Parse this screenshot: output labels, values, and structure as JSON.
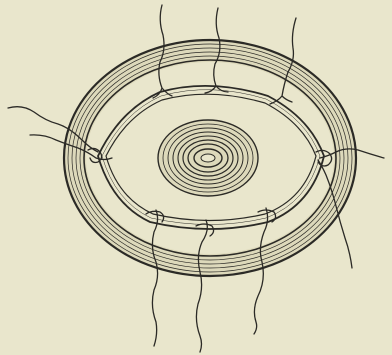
{
  "figure": {
    "colors": {
      "paper": "#e9e6cc",
      "ink": "#2b2a26",
      "band_fill": "#ddd9bb",
      "center_mass": "#7a7768"
    },
    "parts": [
      "outer-ring",
      "inner-ring",
      "central-mass",
      "suture-threads"
    ]
  }
}
